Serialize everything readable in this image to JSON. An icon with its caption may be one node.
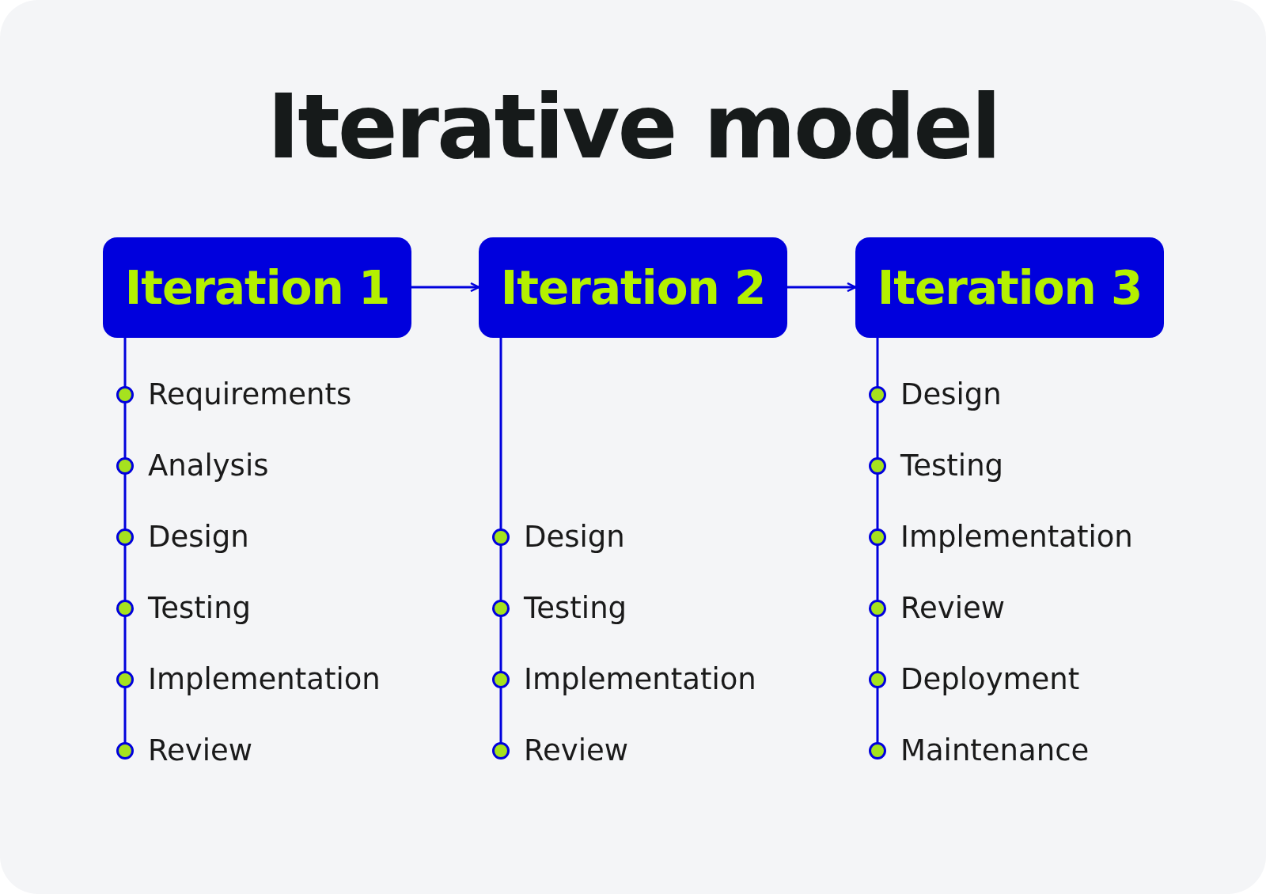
{
  "diagram": {
    "title": "Iterative model",
    "nodes": [
      {
        "text": [
          "Iteration 1"
        ]
      },
      {
        "text": [
          "Iteration 2"
        ]
      },
      {
        "text": [
          "Iteration 3"
        ]
      },
      {
        "text": [
          "Requirements"
        ]
      },
      {
        "text": [
          "Analysis"
        ]
      },
      {
        "text": [
          "Design"
        ]
      },
      {
        "text": [
          "Testing"
        ]
      },
      {
        "text": [
          "Implementation"
        ]
      },
      {
        "text": [
          "Review"
        ]
      },
      {
        "text": [
          "Design"
        ]
      },
      {
        "text": [
          "Testing"
        ]
      },
      {
        "text": [
          "Implementation"
        ]
      },
      {
        "text": [
          "Review"
        ]
      },
      {
        "text": [
          "Design"
        ]
      },
      {
        "text": [
          "Testing"
        ]
      },
      {
        "text": [
          "Implementation"
        ]
      },
      {
        "text": [
          "Review"
        ]
      },
      {
        "text": [
          "Deployment"
        ]
      },
      {
        "text": [
          "Maintenance"
        ]
      }
    ],
    "edges": [
      {
        "from": 0,
        "to": 1,
        "arrow": "to"
      },
      {
        "from": 1,
        "to": 2,
        "arrow": "to"
      },
      {
        "from": 0,
        "to": 3,
        "arrow": "none"
      },
      {
        "from": 3,
        "to": 4,
        "arrow": "none"
      },
      {
        "from": 4,
        "to": 5,
        "arrow": "none"
      },
      {
        "from": 5,
        "to": 6,
        "arrow": "none"
      },
      {
        "from": 6,
        "to": 7,
        "arrow": "none"
      },
      {
        "from": 7,
        "to": 8,
        "arrow": "none"
      },
      {
        "from": 1,
        "to": 9,
        "arrow": "none"
      },
      {
        "from": 9,
        "to": 10,
        "arrow": "none"
      },
      {
        "from": 10,
        "to": 11,
        "arrow": "none"
      },
      {
        "from": 11,
        "to": 12,
        "arrow": "none"
      },
      {
        "from": 2,
        "to": 13,
        "arrow": "none"
      },
      {
        "from": 13,
        "to": 14,
        "arrow": "none"
      },
      {
        "from": 14,
        "to": 15,
        "arrow": "none"
      },
      {
        "from": 15,
        "to": 16,
        "arrow": "none"
      },
      {
        "from": 16,
        "to": 17,
        "arrow": "none"
      },
      {
        "from": 17,
        "to": 18,
        "arrow": "none"
      }
    ]
  }
}
